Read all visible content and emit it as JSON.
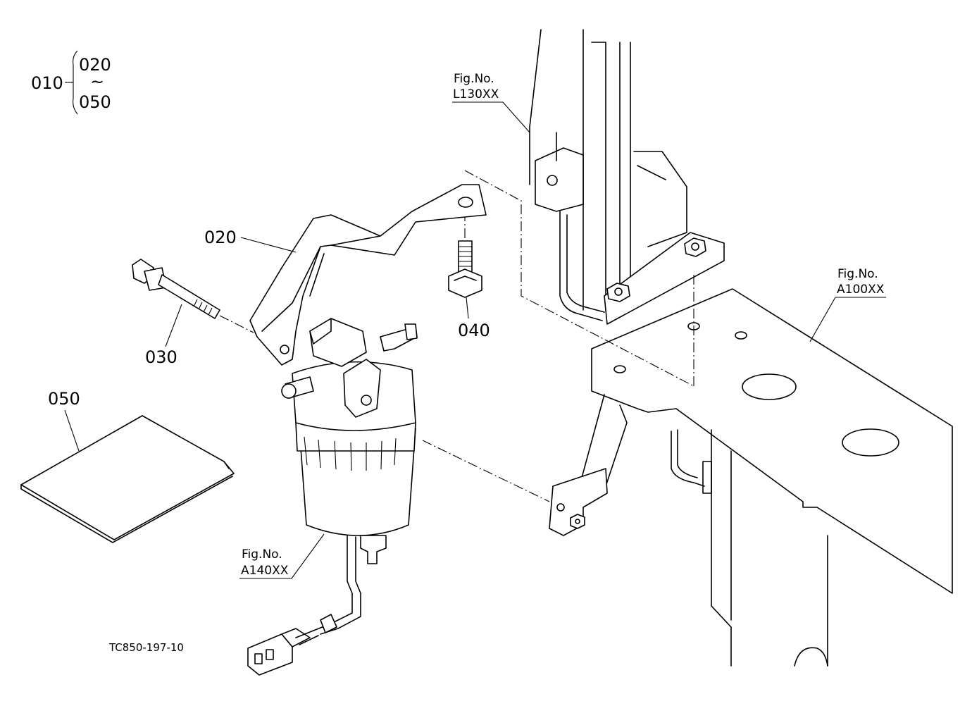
{
  "group_callout": {
    "parent": "010",
    "range_start": "020",
    "range_sep": "~",
    "range_end": "050"
  },
  "callouts": {
    "p020": "020",
    "p030": "030",
    "p040": "040",
    "p050": "050"
  },
  "fig_refs": {
    "l130_top": "Fig.No.",
    "l130_bottom": "L130XX",
    "a100_top": "Fig.No.",
    "a100_bottom": "A100XX",
    "a140_top": "Fig.No.",
    "a140_bottom": "A140XX"
  },
  "drawing_code": "TC850-197-10"
}
